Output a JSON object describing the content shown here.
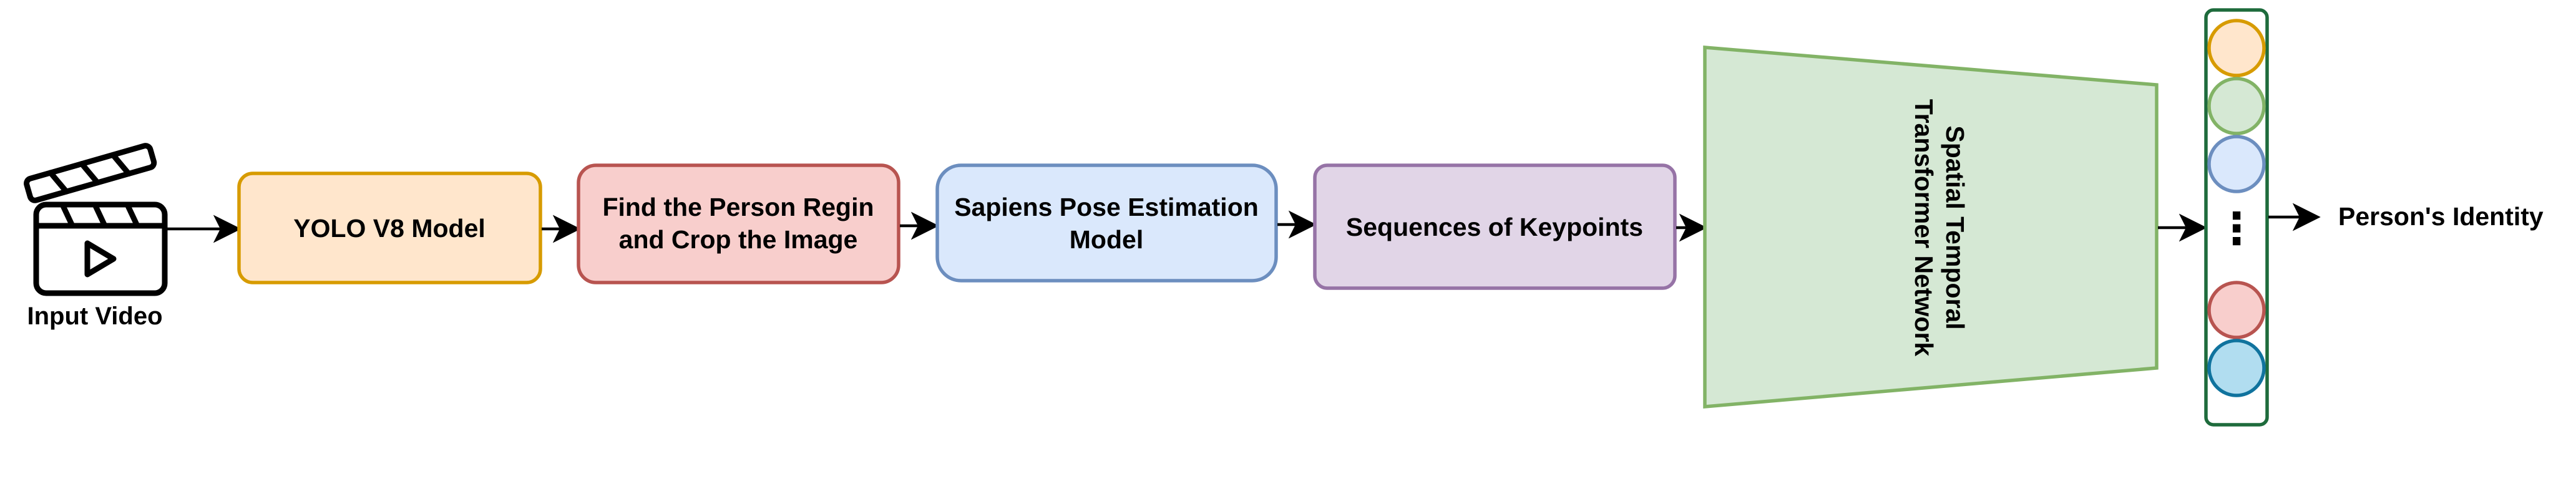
{
  "nodes": {
    "input": {
      "label": "Input Video",
      "icon": "video-clapperboard-icon"
    },
    "yolo": {
      "label": "YOLO V8 Model",
      "fill": "#ffe6cc",
      "stroke": "#d79b00"
    },
    "crop": {
      "line1": "Find the Person Regin",
      "line2": "and Crop the Image",
      "fill": "#f8cecc",
      "stroke": "#b85450"
    },
    "sapiens": {
      "line1": "Sapiens Pose Estimation",
      "line2": "Model",
      "fill": "#dae8fc",
      "stroke": "#6c8ebf"
    },
    "keypoints": {
      "label": "Sequences of Keypoints",
      "fill": "#e1d5e7",
      "stroke": "#9673a6"
    },
    "transformer": {
      "line1": "Spatial Temporal",
      "line2": "Transformer Network",
      "fill": "#d5e8d4",
      "stroke": "#82b366"
    },
    "embedding": {
      "stroke": "#1e6b3c",
      "ellipsis": "⋮",
      "circles": [
        {
          "fill": "#ffe6cc",
          "stroke": "#d79b00"
        },
        {
          "fill": "#d5e8d4",
          "stroke": "#82b366"
        },
        {
          "fill": "#dae8fc",
          "stroke": "#6c8ebf"
        },
        {
          "fill": "#f8cecc",
          "stroke": "#b85450"
        },
        {
          "fill": "#b1ddf0",
          "stroke": "#10739e"
        }
      ]
    },
    "output": {
      "label": "Person's Identity"
    }
  }
}
